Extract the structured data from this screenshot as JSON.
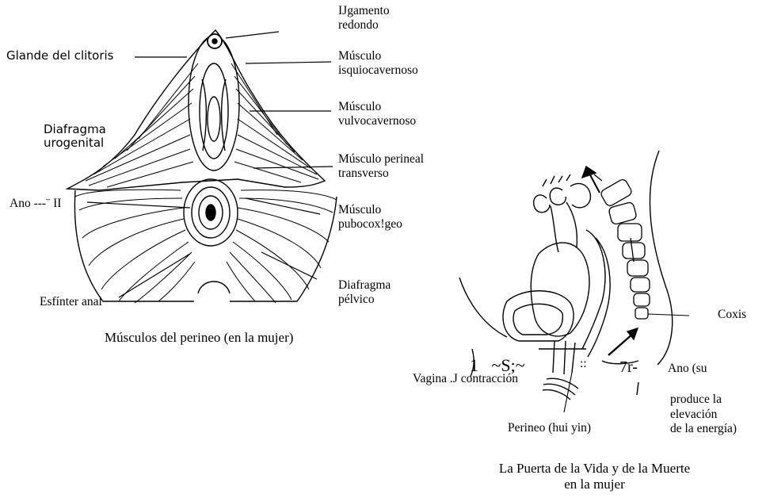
{
  "left_figure": {
    "caption": "Músculos del perineo (en la mujer)",
    "labels": {
      "ligamento": "IJgamento\nredondo",
      "glande": "Glande del clitoris",
      "isquio": "Músculo\nisquiocavernoso",
      "vulvo": "Músculo\nvulvocavernoso",
      "diafragma_uro": "Diafragma\nurogenital",
      "perineal": "Músculo perineal\ntransverso",
      "ano": "Ano ---¨ II",
      "pubo": "Músculo\npubocox!geo",
      "esfinter": "Esfínter anal",
      "diafragma_pel": "Diafragma\npélvico"
    }
  },
  "right_figure": {
    "caption": "La Puerta de la Vida y de la Muerte\nen la mujer",
    "labels": {
      "coxis": "Coxis",
      "ano_su": "Ano (su",
      "produce": "produce la\nelevación\nde la energía)",
      "vagina": "Vagina .J contracción",
      "perineo": "Perineo (hui yin)",
      "ocr_noise_1": "1   ~S;~",
      "ocr_noise_2": "7r-",
      "ocr_noise_3": "::"
    }
  }
}
